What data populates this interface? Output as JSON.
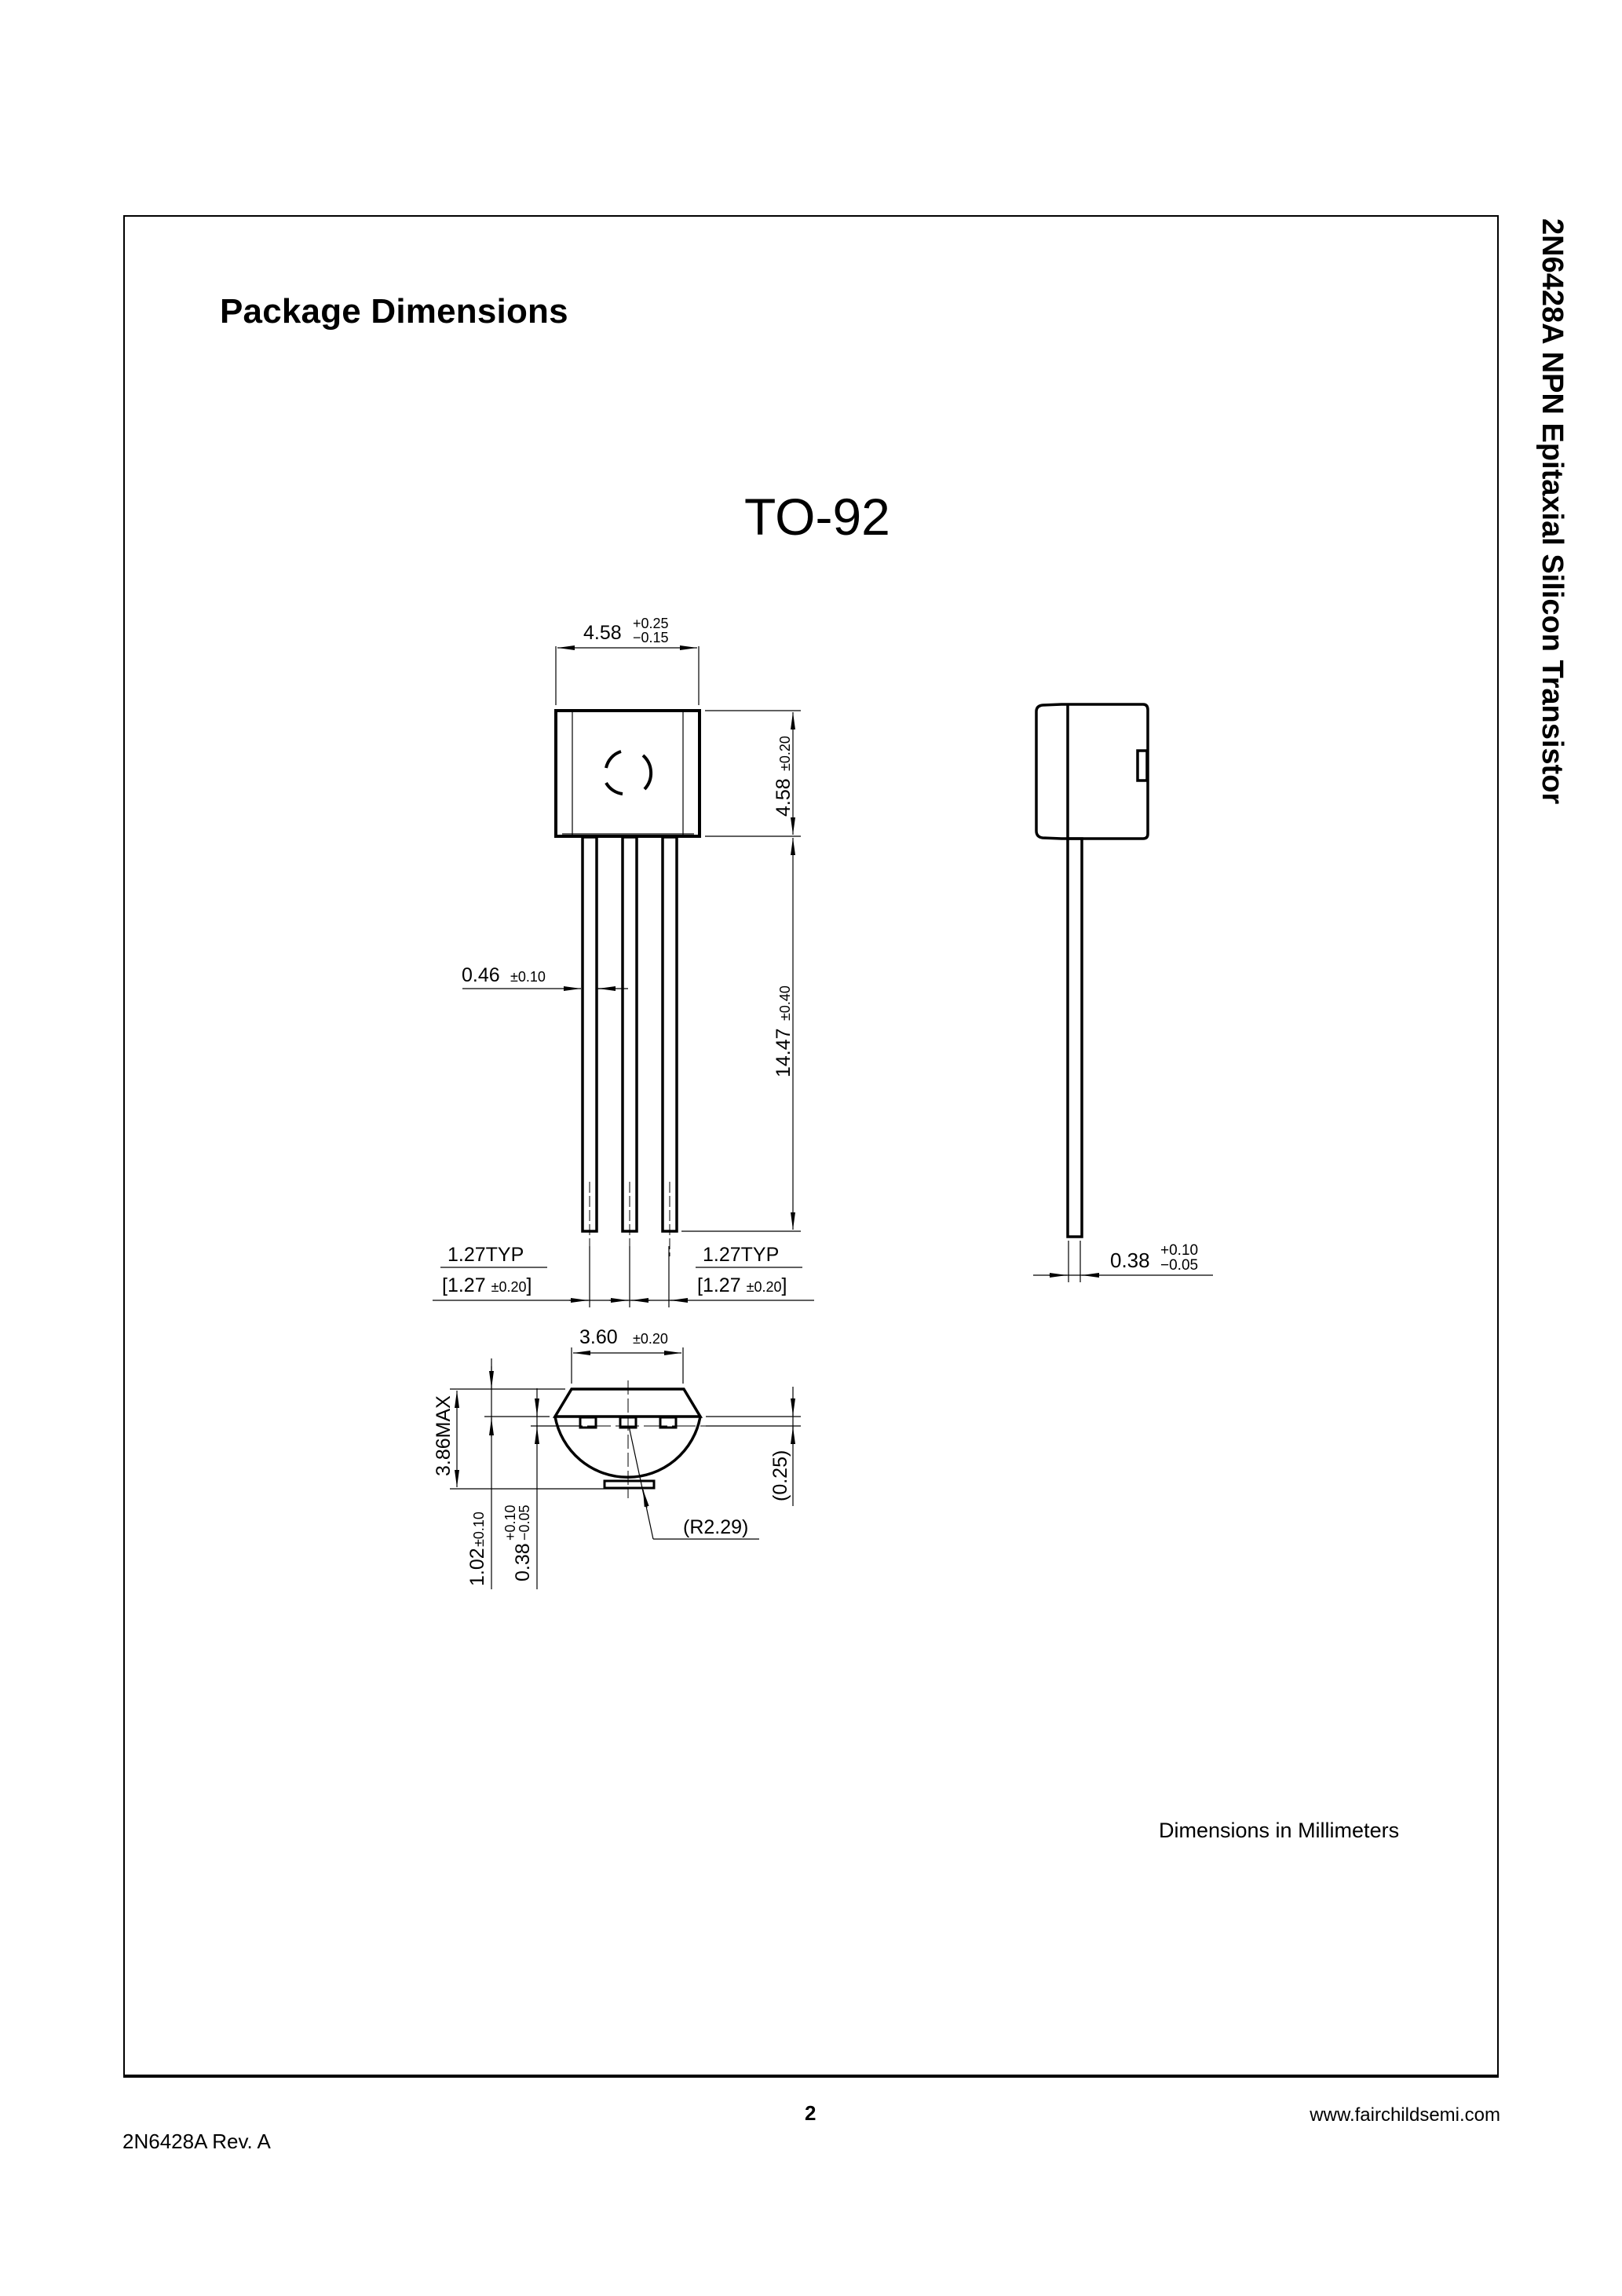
{
  "page": {
    "section_title": "Package Dimensions",
    "side_title": "2N6428A  NPN Epitaxial Silicon Transistor",
    "package_name": "TO-92",
    "units_note": "Dimensions in Millimeters"
  },
  "footer": {
    "page_number": "2",
    "website": "www.fairchildsemi.com",
    "revision": "2N6428A Rev. A"
  },
  "dimensions": {
    "body_width": {
      "value": "4.58",
      "tol_plus": "+0.25",
      "tol_minus": "−0.15"
    },
    "body_height": {
      "value": "4.58",
      "tol": "±0.20"
    },
    "lead_length": {
      "value": "14.47",
      "tol": "±0.40"
    },
    "lead_width": {
      "value": "0.46",
      "tol": "±0.10"
    },
    "pitch_left": {
      "value": "1.27TYP",
      "bracket": "[1.27 ",
      "tol": "±0.20",
      "close": "]"
    },
    "pitch_right": {
      "value": "1.27TYP",
      "bracket": "[1.27 ",
      "tol": "±0.20",
      "close": "]"
    },
    "lead_thickness": {
      "value": "0.38",
      "tol_plus": "+0.10",
      "tol_minus": "−0.05"
    },
    "flat_width": {
      "value": "3.60",
      "tol": "±0.20"
    },
    "overall_depth": {
      "value": "3.86MAX"
    },
    "flat_offset": {
      "value": "1.02",
      "tol": "±0.10"
    },
    "lead_offset": {
      "value": "0.38",
      "tol_plus": "+0.10",
      "tol_minus": "−0.05"
    },
    "lead_row_gap": {
      "value": "(0.25)"
    },
    "radius": {
      "value": "(R2.29)"
    }
  }
}
